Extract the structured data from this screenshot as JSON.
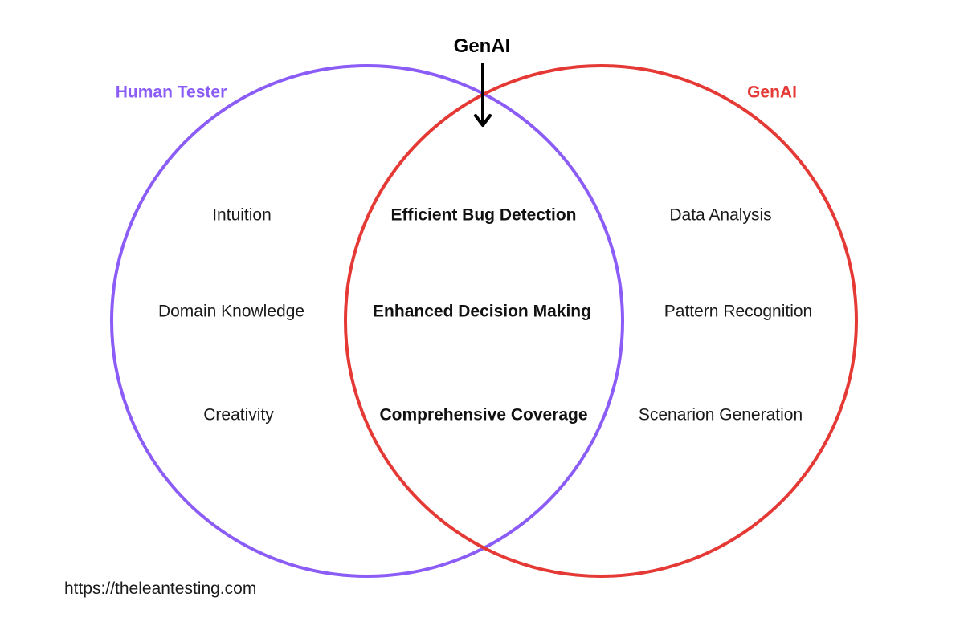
{
  "diagram": {
    "top_label": "GenAI",
    "left_set": {
      "title": "Human Tester",
      "color": "#8b5cf6",
      "items": [
        "Intuition",
        "Domain Knowledge",
        "Creativity"
      ]
    },
    "right_set": {
      "title": "GenAI",
      "color": "#e53935",
      "items": [
        "Data Analysis",
        "Pattern Recognition",
        "Scenarion Generation"
      ]
    },
    "overlap": {
      "items": [
        "Efficient Bug Detection",
        "Enhanced Decision Making",
        "Comprehensive Coverage"
      ]
    },
    "arrow_color": "#000000"
  },
  "footer": {
    "url_text": "https://theleantesting.com"
  }
}
